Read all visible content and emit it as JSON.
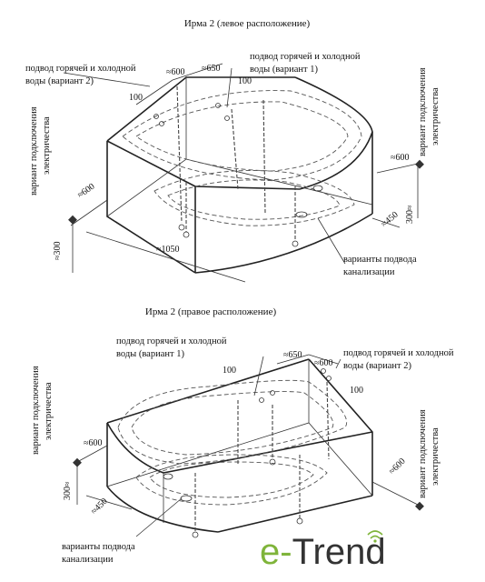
{
  "diagram_left": {
    "title": "Ирма 2 (левое расположение)",
    "labels": {
      "water_v2_line1": "подвод горячей и холодной",
      "water_v2_line2": "воды (вариант 2)",
      "water_v1_line1": "подвод горячей и холодной",
      "water_v1_line2": "воды (вариант 1)",
      "elec_left_line1": "вариант подключения",
      "elec_left_line2": "электричества",
      "elec_right_line1": "вариант подключения",
      "elec_right_line2": "электричества",
      "drain_line1": "варианты подвода",
      "drain_line2": "канализации"
    },
    "dims": {
      "d600_top": "≈600",
      "d650": "≈650",
      "d100_left": "100",
      "d100_right": "100",
      "d600_left": "≈600",
      "d300_left": "≈300",
      "d1050": "≈1050",
      "d600_right": "≈600",
      "d300_right": "300≈",
      "d450": "≈450"
    }
  },
  "diagram_right": {
    "title": "Ирма 2 (правое расположение)",
    "labels": {
      "water_v1_line1": "подвод горячей и холодной",
      "water_v1_line2": "воды (вариант 1)",
      "water_v2_line1": "подвод горячей и холодной",
      "water_v2_line2": "воды (вариант 2)",
      "elec_left_line1": "вариант подключения",
      "elec_left_line2": "электричества",
      "elec_right_line1": "вариант подключения",
      "elec_right_line2": "электричества",
      "drain_line1": "варианты подвода",
      "drain_line2": "канализации"
    },
    "dims": {
      "d650": "≈650",
      "d600_top": "≈600",
      "d100_left": "100",
      "d100_right": "100",
      "d600_left": "≈600",
      "d300_left": "300≈",
      "d450": "≈450",
      "d600_right": "≈600"
    }
  },
  "logo": {
    "prefix": "e-",
    "name": "Trend",
    "accent_color": "#7fb43a"
  }
}
